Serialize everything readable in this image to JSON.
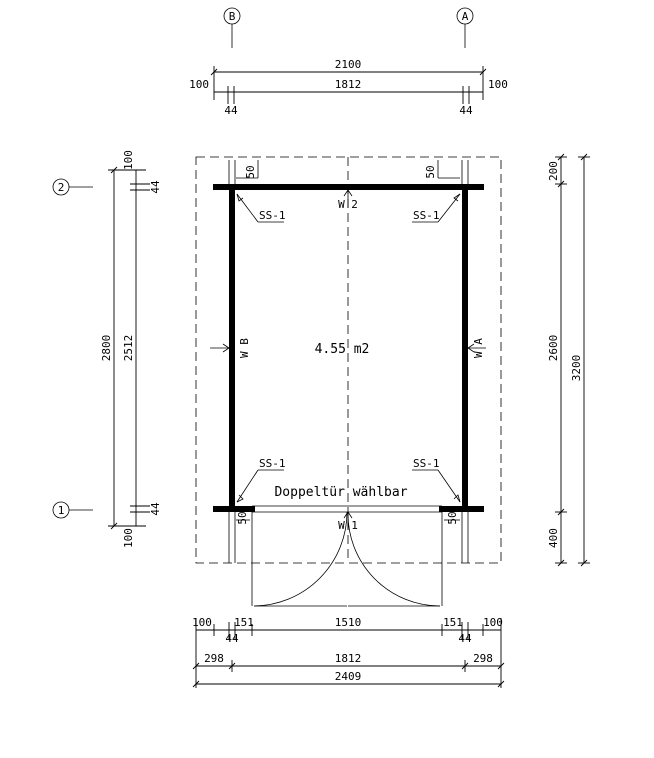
{
  "axes": {
    "grid_b": "B",
    "grid_a": "A",
    "grid_2": "2",
    "grid_1": "1"
  },
  "dimensions": {
    "top_total": "2100",
    "top_inner": "1812",
    "top_left_ext": "100",
    "top_right_ext": "100",
    "top_left_wall": "44",
    "top_right_wall": "44",
    "left_total": "2800",
    "left_inner": "2512",
    "left_top_ext": "100",
    "left_bottom_ext": "100",
    "left_top_wall": "44",
    "left_bottom_wall": "44",
    "right_top": "200",
    "right_mid": "2600",
    "right_bottom": "400",
    "right_total": "3200",
    "bottom_left_ext": "100",
    "bottom_left_post": "151",
    "bottom_door": "1510",
    "bottom_right_post": "151",
    "bottom_right_ext": "100",
    "bottom_left_wall": "44",
    "bottom_right_wall": "44",
    "bottom_left_over": "298",
    "bottom_inner": "1812",
    "bottom_right_over": "298",
    "bottom_total": "2409"
  },
  "labels": {
    "area": "4.55 m2",
    "door_note": "Doppeltür wählbar",
    "wall_2": "W 2",
    "wall_1": "W 1",
    "wall_a": "W A",
    "wall_b": "W B",
    "ss_tl": "SS-1",
    "ss_tr": "SS-1",
    "ss_bl": "SS-1",
    "ss_br": "SS-1",
    "corner_tl": "50",
    "corner_tr": "50",
    "corner_bl": "50",
    "corner_br": "50"
  }
}
